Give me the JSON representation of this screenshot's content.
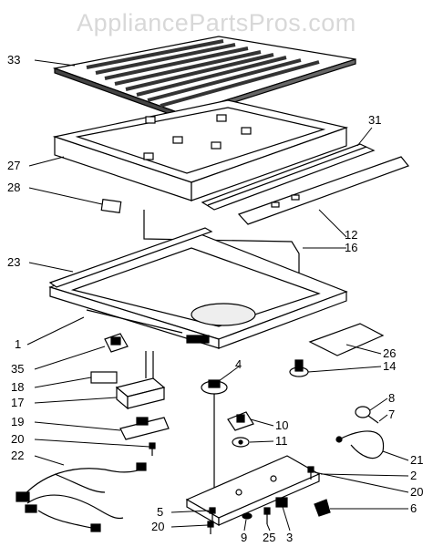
{
  "watermark": "AppliancePartsPros.com",
  "callouts": {
    "c33": "33",
    "c27": "27",
    "c28": "28",
    "c31": "31",
    "c12": "12",
    "c16": "16",
    "c23": "23",
    "c1": "1",
    "c26": "26",
    "c14": "14",
    "c35": "35",
    "c4": "4",
    "c18": "18",
    "c17": "17",
    "c19": "19",
    "c8": "8",
    "c7": "7",
    "c10": "10",
    "c11": "11",
    "c20a": "20",
    "c22": "22",
    "c21": "21",
    "c2": "2",
    "c20b": "20",
    "c6": "6",
    "c5": "5",
    "c20c": "20",
    "c9": "9",
    "c25": "25",
    "c3": "3"
  }
}
